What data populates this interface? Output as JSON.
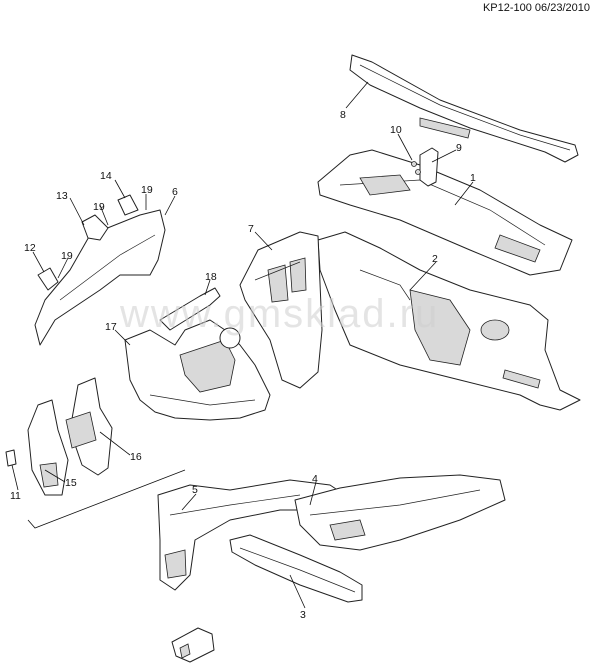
{
  "header": {
    "code": "KP12-100 06/23/2010"
  },
  "watermark": "www.gmsklad.ru",
  "callouts": [
    "1",
    "2",
    "3",
    "4",
    "5",
    "6",
    "7",
    "8",
    "9",
    "10",
    "11",
    "12",
    "13",
    "14",
    "15",
    "16",
    "17",
    "18",
    "19",
    "19",
    "19"
  ]
}
